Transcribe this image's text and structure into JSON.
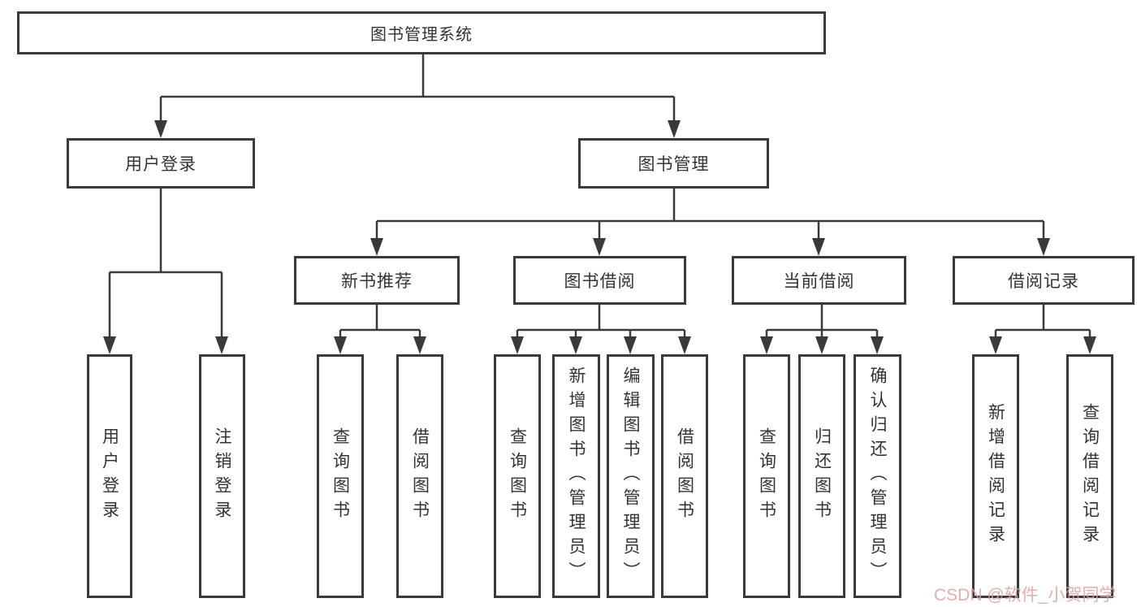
{
  "colors": {
    "background": "#ffffff",
    "line": "#3a3a3a",
    "box_border": "#3a3a3a",
    "box_fill": "#ffffff",
    "text": "#333333",
    "watermark": "#dfa09b"
  },
  "tree": {
    "label": "图书管理系统",
    "children": [
      {
        "label": "用户登录",
        "children": [
          {
            "label": "用户登录"
          },
          {
            "label": "注销登录"
          }
        ]
      },
      {
        "label": "图书管理",
        "children": [
          {
            "label": "新书推荐",
            "children": [
              {
                "label": "查询图书"
              },
              {
                "label": "借阅图书"
              }
            ]
          },
          {
            "label": "图书借阅",
            "children": [
              {
                "label": "查询图书"
              },
              {
                "label": "新增图书（管理员）"
              },
              {
                "label": "编辑图书（管理员）"
              },
              {
                "label": "借阅图书"
              }
            ]
          },
          {
            "label": "当前借阅",
            "children": [
              {
                "label": "查询图书"
              },
              {
                "label": "归还图书"
              },
              {
                "label": "确认归还（管理员）"
              }
            ]
          },
          {
            "label": "借阅记录",
            "children": [
              {
                "label": "新增借阅记录"
              },
              {
                "label": "查询借阅记录"
              }
            ]
          }
        ]
      }
    ]
  },
  "watermark": {
    "text": "CSDN @软件_小贺同学"
  }
}
